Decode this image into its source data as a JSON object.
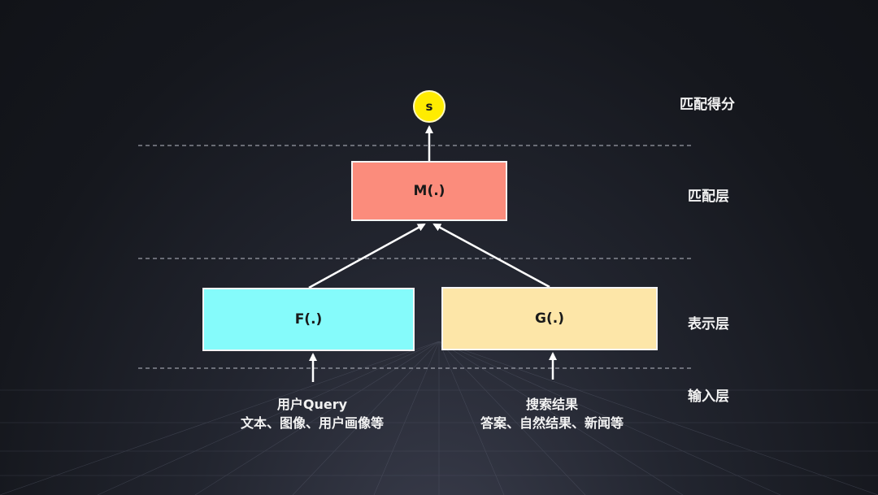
{
  "diagram": {
    "score_node": {
      "label": "s"
    },
    "match_box": {
      "label": "M(.)"
    },
    "query_box": {
      "label": "F(.)"
    },
    "result_box": {
      "label": "G(.)"
    }
  },
  "layers": {
    "score": "匹配得分",
    "match": "匹配层",
    "representation": "表示层",
    "input": "输入层"
  },
  "inputs": {
    "query": {
      "line1": "用户Query",
      "line2": "文本、图像、用户画像等"
    },
    "results": {
      "line1": "搜索结果",
      "line2": "答案、自然结果、新闻等"
    }
  },
  "colors": {
    "score_node": "#ffec00",
    "match_box": "#fb8c7c",
    "query_box": "#85fbfb",
    "result_box": "#fde6a8",
    "background": "#15171d"
  }
}
